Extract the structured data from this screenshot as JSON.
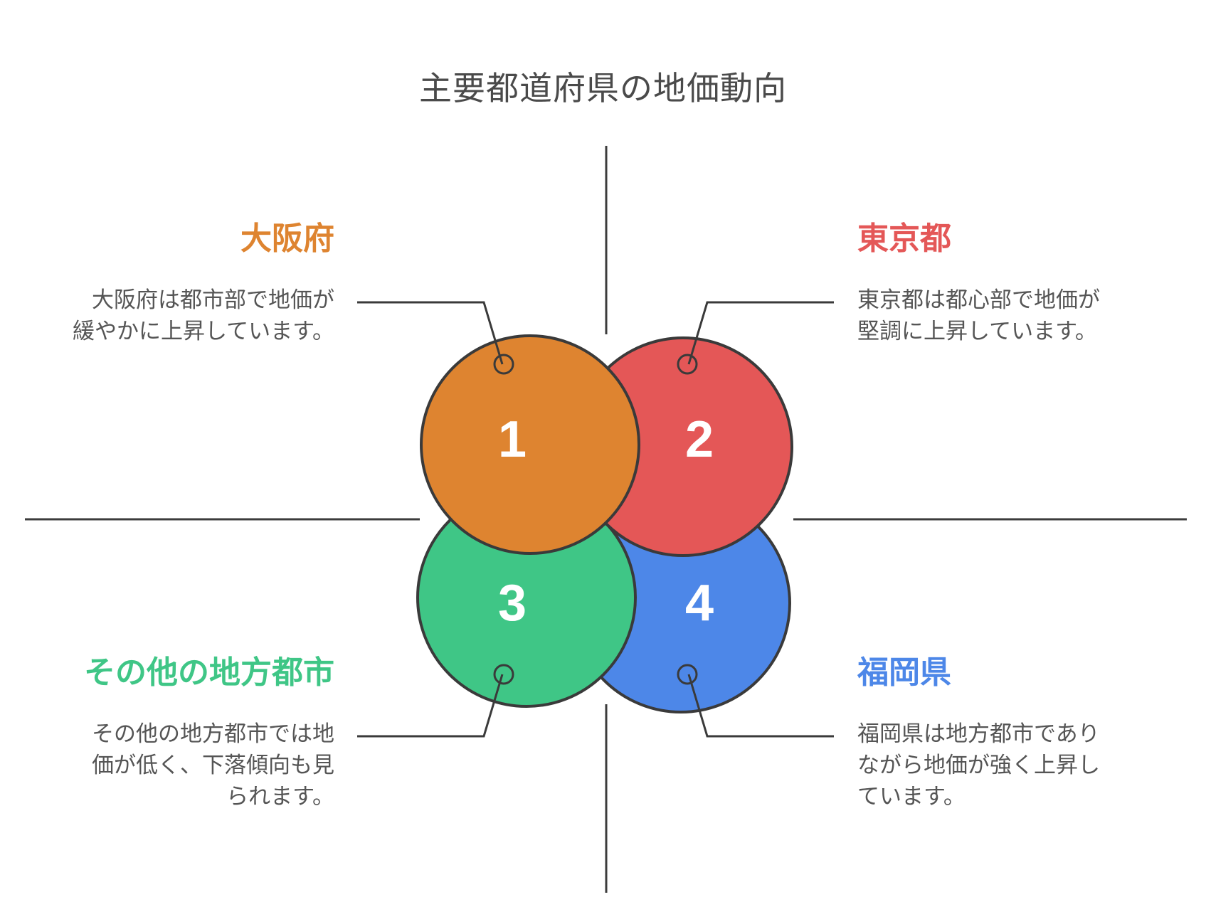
{
  "title": "主要都道府県の地価動向",
  "items": [
    {
      "number": "1",
      "heading": "大阪府",
      "description": "大阪府は都市部で地価が緩やかに上昇しています。",
      "color": "#de8430"
    },
    {
      "number": "2",
      "heading": "東京都",
      "description": "東京都は都心部で地価が堅調に上昇しています。",
      "color": "#e45757"
    },
    {
      "number": "3",
      "heading": "その他の地方都市",
      "description": "その他の地方都市では地価が低く、下落傾向も見られます。",
      "color": "#3fc686"
    },
    {
      "number": "4",
      "heading": "福岡県",
      "description": "福岡県は地方都市でありながら地価が強く上昇しています。",
      "color": "#4d87e8"
    }
  ]
}
